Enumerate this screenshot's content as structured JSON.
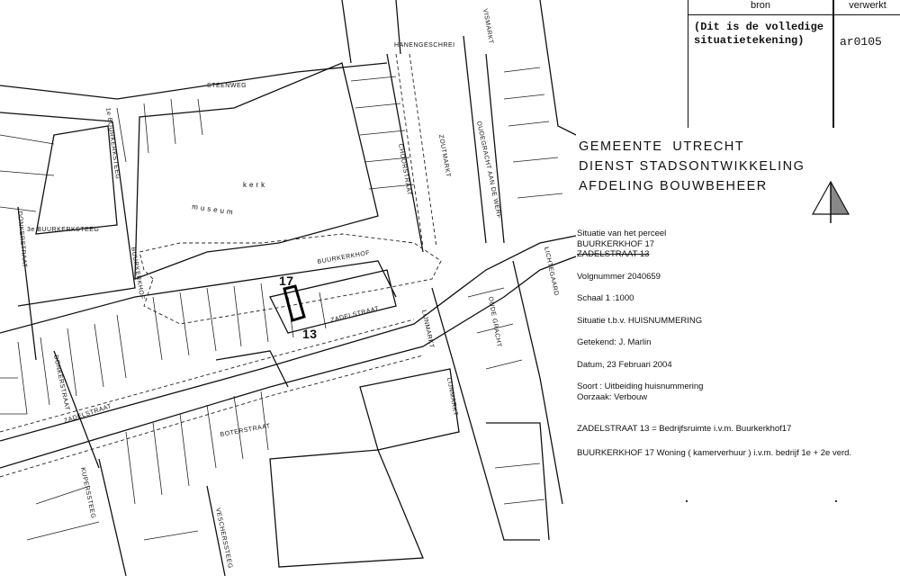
{
  "table": {
    "col_source": "bron",
    "col_processed": "verwerkt",
    "source_value": "(Dit is de volledige\nsituatietekening)",
    "processed_value": "ar0105"
  },
  "organisation": {
    "line1": "GEMEENTE  UTRECHT",
    "line2": "DIENST STADSONTWIKKELING",
    "line3": "AFDELING BOUWBEHEER"
  },
  "north_arrow": "north-arrow-icon",
  "info": {
    "situation_label": "Situatie van het perceel",
    "address_current": "BUURKERKHOF 17",
    "address_struck": "ZADELSTRAAT 13",
    "sequence_number": "Volgnummer 2040659",
    "scale": "Schaal 1 :1000",
    "purpose": "Situatie t.b.v. HUISNUMMERING",
    "drawn_by": "Getekend: J. Marlin",
    "date": "Datum, 23 Februari 2004",
    "type": "Soort : Uitbeiding huisnummering",
    "cause": "Oorzaak: Verbouw",
    "note1": "ZADELSTRAAT 13 = Bedrijfsruimte i.v.m. Buurkerkhof17",
    "note2": "BUURKERKHOF 17 Woning ( kamerverhuur ) i.v.m. bedrijf 1e + 2e verd."
  },
  "map": {
    "streets": {
      "steenweg": "STEENWEG",
      "hanengeschrei": "HANENGESCHREI",
      "vismarkt": "VISMARKT",
      "zoutmarkt": "ZOUTMARKT",
      "oudegracht_werf": "OUDEGRACHT AAN DE WERF",
      "choorstraat": "CHOORSTRAAT",
      "buurkerkhof_top": "BUURKERKHOF",
      "buurkerkhof_side": "BUURKERKHOF",
      "zadelstraat_east": "ZADELSTRAAT",
      "zadelstraat_west": "ZADELSTRAAT",
      "lijnmarkt_n": "LIJNMARKT",
      "lijnmarkt_s": "LIJNMARKT",
      "oude_gracht": "OUDE GRACHT",
      "lichtegaard": "LICHTEGAARD",
      "donkerstraat_n": "DONKERSTRAAT",
      "donkerstraat_s": "DONKERSTRAAT",
      "buurkerksteeg_3": "3e BUURKERKSTEEG",
      "buurkerksteeg_1": "1e BUURKERKSTEEG",
      "boterstraat": "BOTERSTRAAT",
      "kuperssteeg": "KUPERSSTEEG",
      "vescherssteeg": "VESCHERSSTEEG"
    },
    "church_label": "kerk",
    "museum_label": "museum",
    "parcel_17": "17",
    "parcel_13": "13"
  }
}
